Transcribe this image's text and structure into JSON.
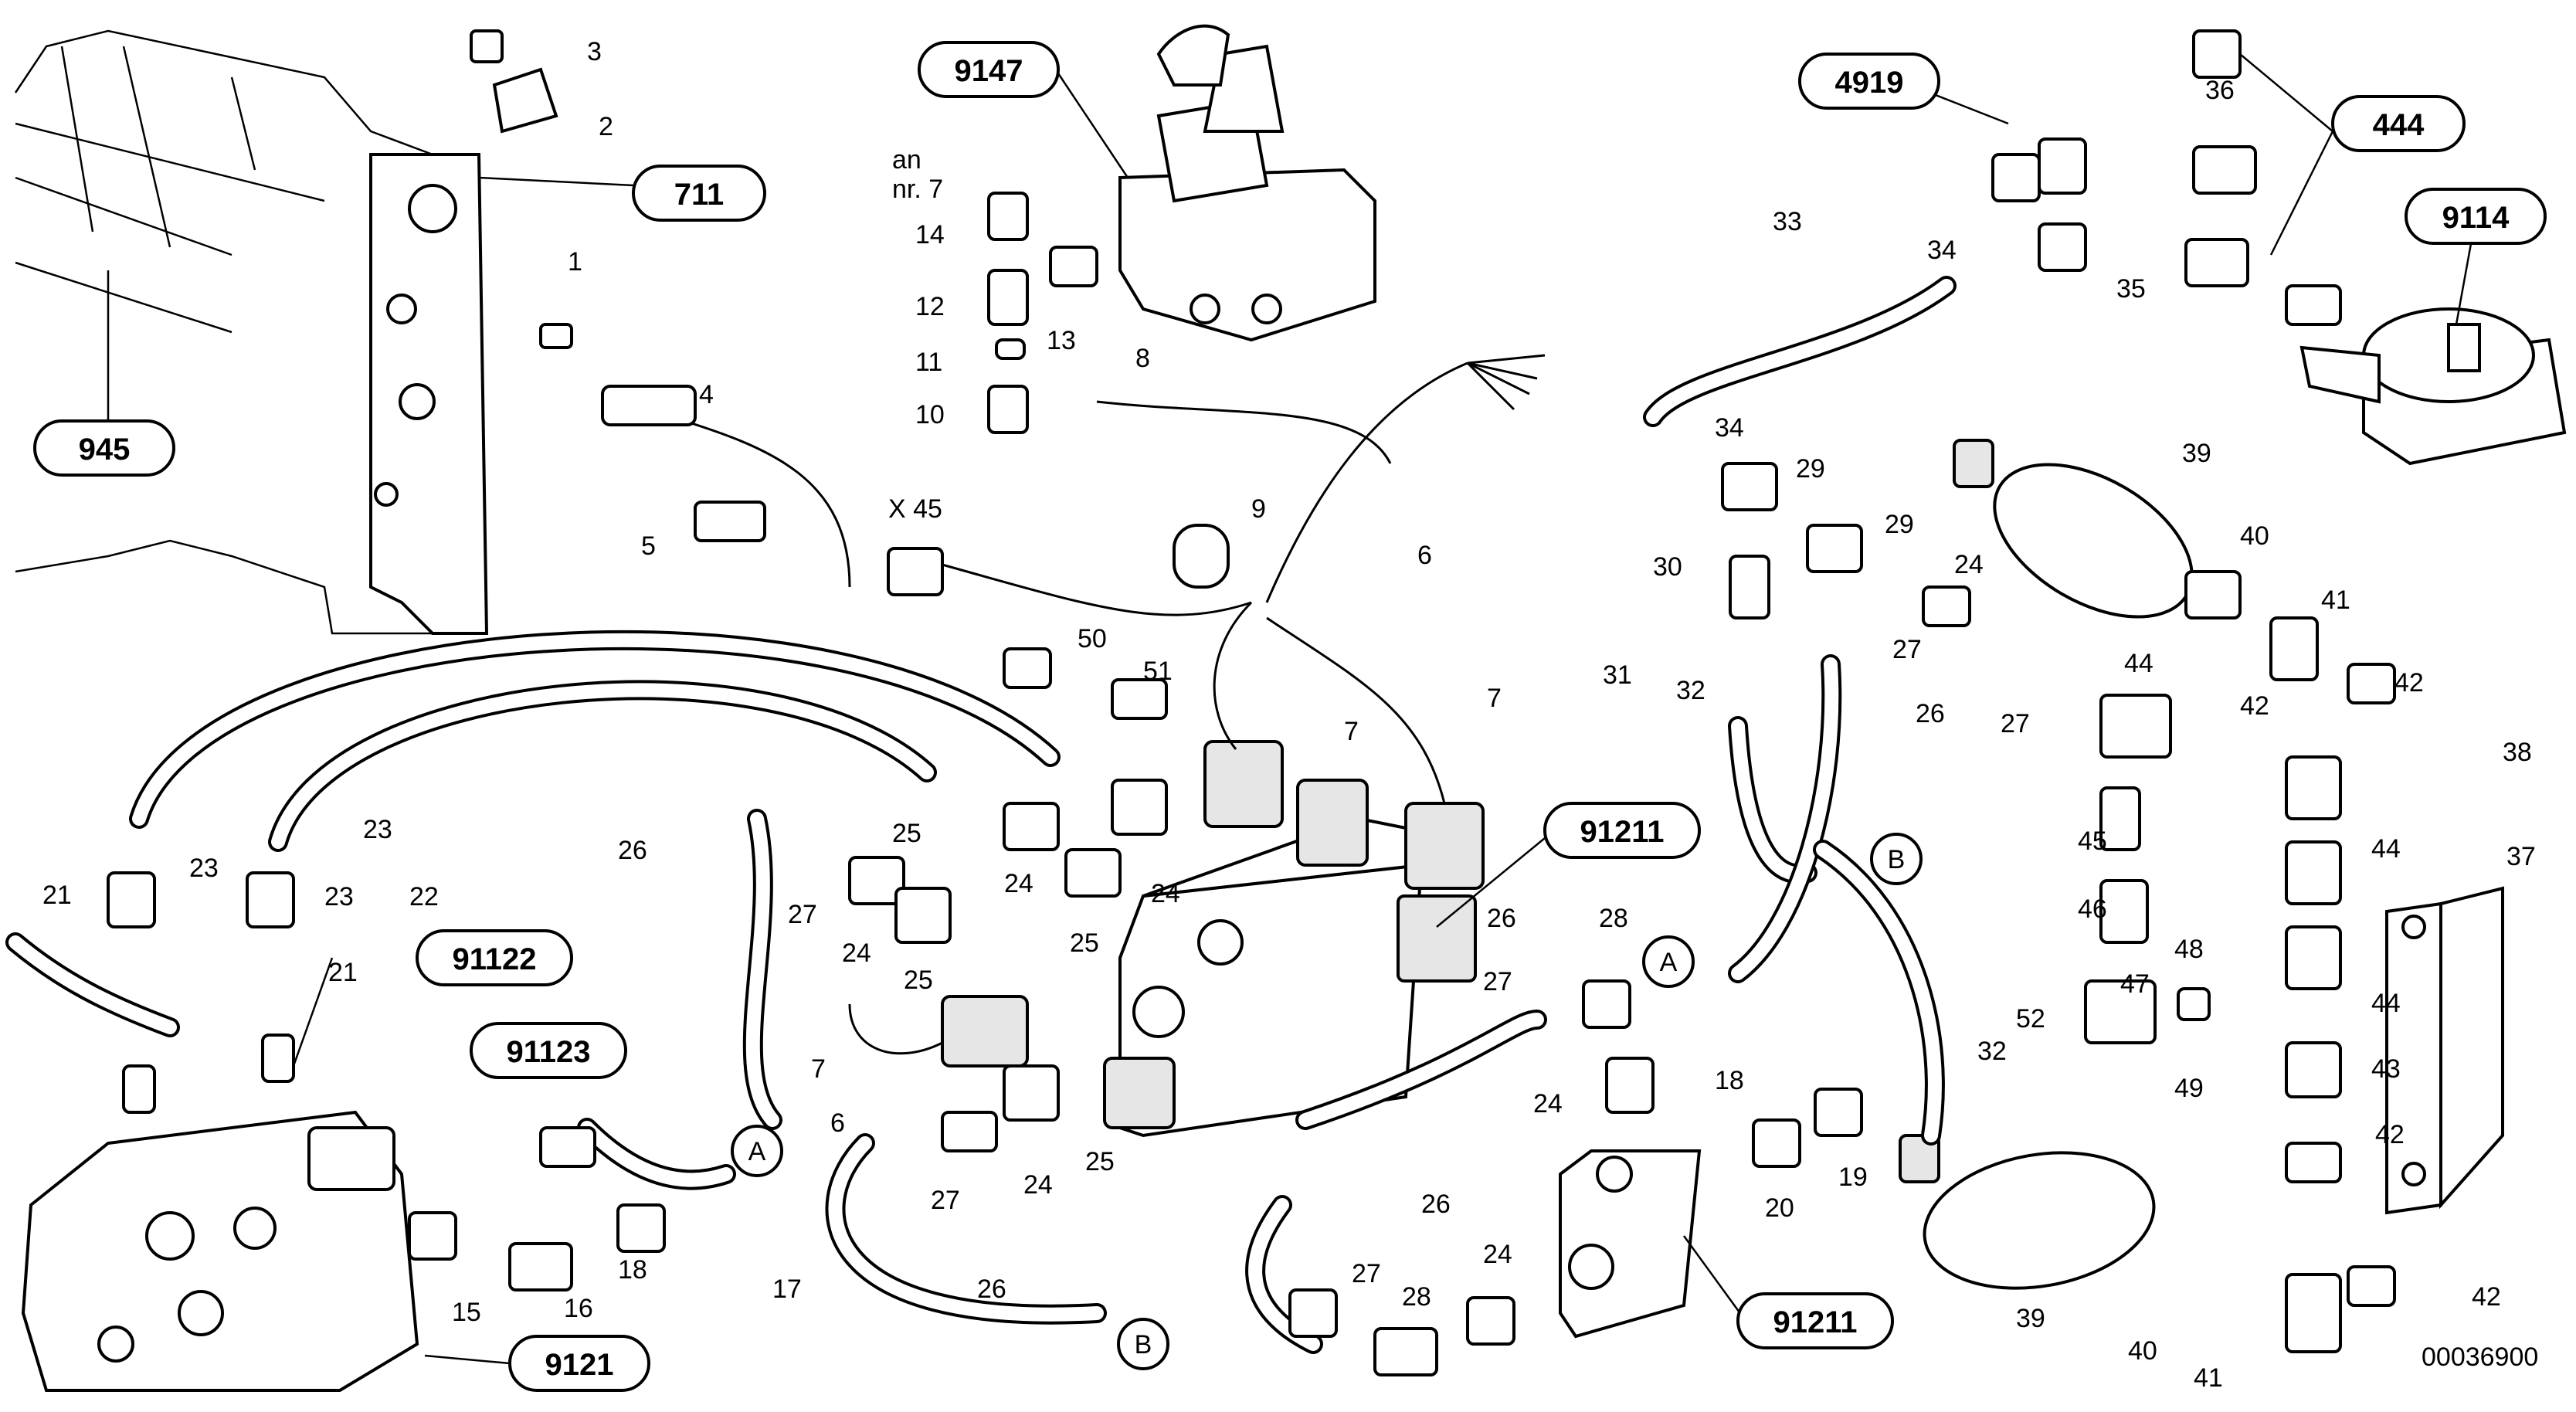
{
  "diagram_number": "00036900",
  "connector_note": {
    "line1": "an",
    "line2": "nr. 7"
  },
  "connector_label": "X  45",
  "references": [
    "711",
    "945",
    "9147",
    "4919",
    "444",
    "9114",
    "91211",
    "91122",
    "91123",
    "9121",
    "91211"
  ],
  "callouts": [
    "3",
    "2",
    "1",
    "4",
    "5",
    "14",
    "12",
    "11",
    "10",
    "13",
    "8",
    "9",
    "6",
    "33",
    "34",
    "35",
    "36",
    "34",
    "29",
    "29",
    "30",
    "32",
    "31",
    "27",
    "24",
    "39",
    "40",
    "41",
    "42",
    "42",
    "38",
    "37",
    "44",
    "44",
    "44",
    "43",
    "42",
    "26",
    "27",
    "45",
    "46",
    "47",
    "48",
    "49",
    "52",
    "32",
    "39",
    "40",
    "41",
    "42",
    "50",
    "51",
    "7",
    "7",
    "23",
    "24",
    "24",
    "25",
    "25",
    "23",
    "22",
    "23",
    "21",
    "21",
    "26",
    "27",
    "24",
    "25",
    "7",
    "6",
    "26",
    "27",
    "28",
    "18",
    "19",
    "20",
    "24",
    "24",
    "25",
    "27",
    "26",
    "26",
    "27",
    "28",
    "24",
    "18",
    "17",
    "15",
    "16"
  ],
  "connection_markers": [
    "A",
    "A",
    "B",
    "B"
  ]
}
